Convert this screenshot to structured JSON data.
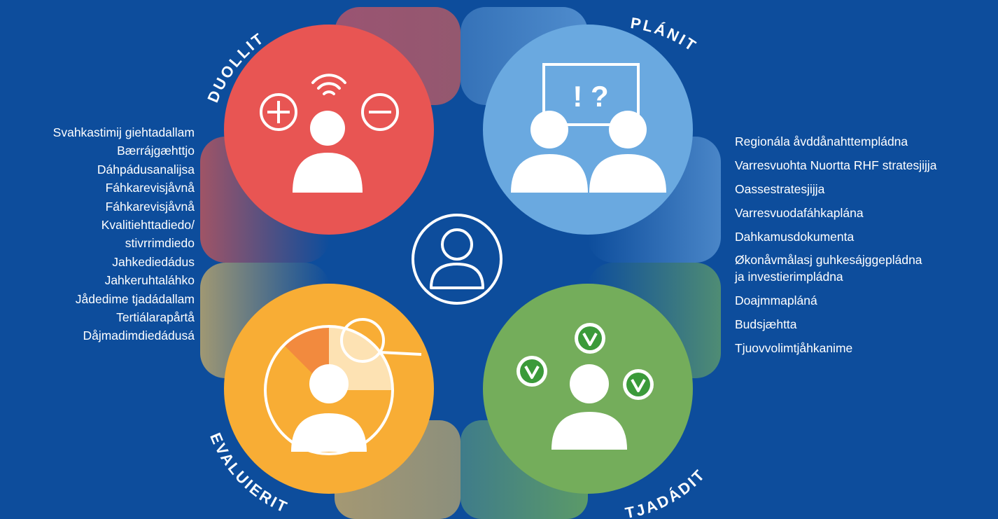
{
  "stages": [
    {
      "key": "duollit",
      "label": "DUOLLIT",
      "color": "#e85553"
    },
    {
      "key": "planit",
      "label": "PLÁNIT",
      "color": "#6aa9e0"
    },
    {
      "key": "tjadadit",
      "label": "TJADÁDIT",
      "color": "#74ad5b"
    },
    {
      "key": "evaluierit",
      "label": "EVALUIERIT",
      "color": "#f8ad35"
    }
  ],
  "planning_board_text": "! ?",
  "left_list": [
    "Svahkastimij giehtadallam",
    "Bærrájgæhttjo",
    "Dáhpádusanalijsa",
    "Fáhkarevisjåvnå",
    "Fáhkarevisjåvnå",
    "Kvalitiehttadiedo/",
    "stivrrimdiedo",
    "Jahkediedádus",
    "Jahkeruhtaláhko",
    "Jådedime tjadádallam",
    "Tertiálarapårtå",
    "Dåjmadimdiedádusá"
  ],
  "right_list": [
    "Regionála åvddånahttempládna",
    "Varresvuohta Nuortta RHF stratesjijja",
    "Oassestratesjijja",
    "Varresvuodafáhkaplána",
    "Dahkamusdokumenta",
    "Økonåvmålasj guhkesájggepládna\nja investierimpládna",
    "Doajmmapláná",
    "Budsjæhtta",
    "Tjuovvolimtjåhkanime"
  ],
  "colors": {
    "background": "#0d4d9c",
    "red": "#e85553",
    "blue": "#6aa9e0",
    "green": "#74ad5b",
    "orange": "#f8ad35",
    "check": "#3b9a3a",
    "pie_dark": "#f28a3e",
    "pie_light": "#fde2b3"
  }
}
